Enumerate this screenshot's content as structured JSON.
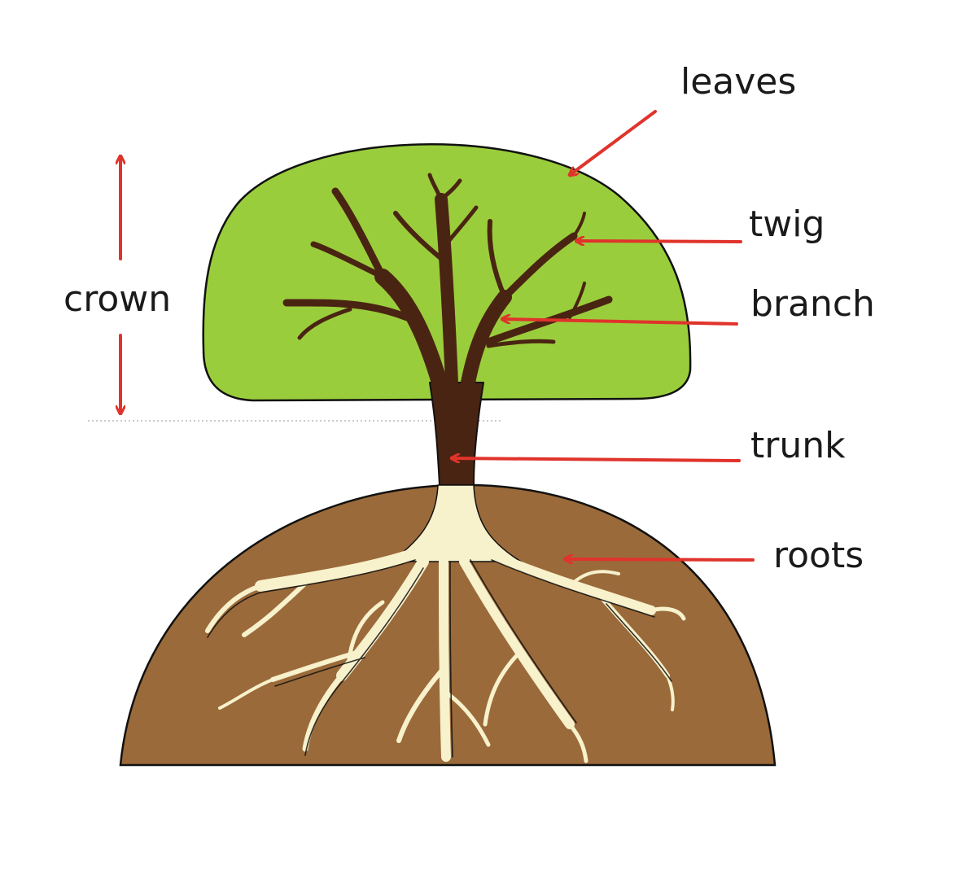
{
  "labels": {
    "leaves": "leaves",
    "twig": "twig",
    "branch": "branch",
    "crown": "crown",
    "trunk": "trunk",
    "roots": "roots"
  },
  "colors": {
    "canopy": "#9acd3c",
    "soil": "#9b6a3a",
    "wood": "#4a2412",
    "root": "#f7f1cc",
    "arrow": "#e0332b",
    "outline": "#111111"
  }
}
